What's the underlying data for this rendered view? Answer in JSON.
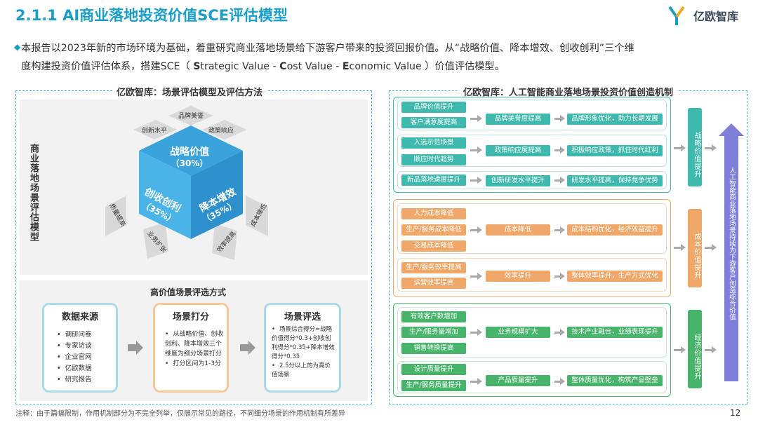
{
  "header": {
    "title": "2.1.1 AI商业落地投资价值SCE评估模型",
    "logo_text": "亿欧智库"
  },
  "intro": {
    "line1": "本报告以2023年新的市场环境为基础，着重研究商业落地场景给下游客户带来的投资回报价值。从“战略价值、降本增效、创收创利”三个维",
    "line2_prefix": "度构建投资价值评估体系，搭建SCE（ ",
    "s": "S",
    "s_rest": "trategic Value - ",
    "c": "C",
    "c_rest": "ost Value - ",
    "e": "E",
    "e_rest": "conomic Value ",
    "line2_suffix": "）价值评估模型。"
  },
  "left_panel": {
    "title": "亿欧智库：场景评估模型及评估方法",
    "vertical_label": "商业落地场景评估模型",
    "cube": {
      "top_label": "战略价值",
      "top_pct": "（30%）",
      "left_label": "创收创利",
      "left_pct": "（35%）",
      "right_label": "降本增效",
      "right_pct": "（35%）",
      "cards": [
        "品牌美誉",
        "创新水平",
        "政策响应",
        "质量提高",
        "业务扩张",
        "效率提高",
        "成本降低"
      ]
    },
    "method_title": "高价值场景评选方式",
    "boxes": [
      {
        "head": "数据来源",
        "items": [
          "调研问卷",
          "专家访谈",
          "企业官网",
          "亿欧数据",
          "研究报告"
        ]
      },
      {
        "head": "场景打分",
        "items": [
          "从战略价值、创收创利、降本增效三个维度为细分场景打分",
          "打分区间为1-3分"
        ]
      },
      {
        "head": "场景评选",
        "items": [
          "场景综合得分=战略价值得分*0.3+创收创利得分*0.35+降本增效得分*0.35",
          "2.5分以上的为高价值场景"
        ]
      }
    ]
  },
  "right_panel": {
    "title": "亿欧智库：人工智能商业落地场景投资价值创造机制",
    "strategic": {
      "side": "战略价值提升",
      "rows": [
        {
          "inputs": [
            "品牌价值提升",
            "客户满意度提高"
          ],
          "mid": "品牌美誉度提高",
          "out": "品牌形象优化，助力长期发展"
        },
        {
          "inputs": [
            "入选示范场景",
            "顺应时代趋势"
          ],
          "mid": "政策响应度提高",
          "out": "积极响应政策，抓住时代红利"
        },
        {
          "inputs": [
            "新品落地速度提升"
          ],
          "mid": "创新研发水平提升",
          "out": "研发水平提高，保持竞争优势"
        }
      ]
    },
    "cost": {
      "side": "成本价值提升",
      "rows": [
        {
          "inputs": [
            "人力成本降低",
            "生产/服务成本降低",
            "交易成本降低"
          ],
          "mid": "成本降低",
          "out": "成本结构优化，经济效益提升"
        },
        {
          "inputs": [
            "生产/服务效率提高",
            "运营效率提高"
          ],
          "mid": "效率提升",
          "out": "整体效率提升，生产方式优化"
        }
      ]
    },
    "economic": {
      "side": "经济价值提升",
      "rows": [
        {
          "inputs": [
            "有效客户数增加",
            "生产/服务量增加",
            "销售转换提高"
          ],
          "mid": "业务规模扩大",
          "out": "技术产业融合，业绩表现提升"
        },
        {
          "inputs": [
            "设计质量提升",
            "生产/服务质量提升"
          ],
          "mid": "产品质量提升",
          "out": "整体质量优化，构筑产品壁垒"
        }
      ]
    },
    "final_label": "人工智能商业落地场景持续为下游客户创造综合价值"
  },
  "footer": {
    "note": "注释：由于篇幅限制，作用机制部分为不完全列举，仅展示常见的路径，不同细分场景的作用机制有所差异",
    "page": "12"
  },
  "colors": {
    "accent": "#1a9ec8",
    "teal": "#3fb8ad",
    "orange": "#f0a86a",
    "green": "#47b36b",
    "purple": "#7f7ed8"
  }
}
